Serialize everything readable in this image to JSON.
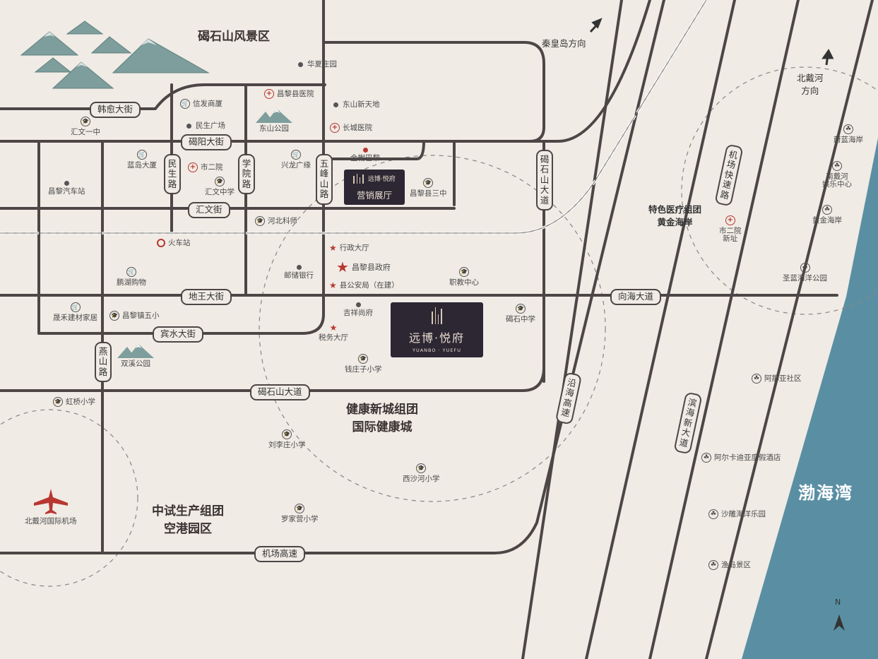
{
  "colors": {
    "background": "#f0ebe5",
    "road": "#4d4646",
    "sea": "#5a8fa3",
    "accent": "#b8372f",
    "box_bg": "#2c2733",
    "mountain": "#7d9e9c"
  },
  "zones": {
    "scenic": "碣石山风景区",
    "health": "健康新城组团\n国际健康城",
    "airport_zone": "中试生产组团\n空港园区",
    "medical": "特色医疗组团\n黄金海岸"
  },
  "sea": {
    "label": "渤海湾"
  },
  "directions": {
    "qinhuangdao": "秦皇岛方向",
    "beidaihe": "北戴河\n方向"
  },
  "roads": {
    "hanyu": "韩愈大街",
    "jieyang": "碣阳大街",
    "huiwen": "汇文街",
    "diwang": "地王大街",
    "binshui": "宾水大街",
    "jieshan_south": "碣石山大道",
    "airport_hw": "机场高速",
    "xianghai": "向海大道",
    "minsheng": "民生路",
    "xueyuan": "学院路",
    "wufeng": "五峰山路",
    "jieshan_east": "碣石山大道",
    "yanshan": "燕山路",
    "airport_expwy": "机场快速路",
    "yanhai": "沿海高速",
    "binhai": "滨海新大道"
  },
  "sales_center": {
    "logo_text": "远博·悦府",
    "label": "营销展厅"
  },
  "project": {
    "name": "远博·悦府",
    "pinyin": "YUANBO · YUEFU"
  },
  "pois": [
    {
      "id": "huaxia",
      "label": "华夏庄园",
      "icon": "dot"
    },
    {
      "id": "xinfa",
      "label": "信发商厦",
      "icon": "shop"
    },
    {
      "id": "county-hospital",
      "label": "昌黎县医院",
      "icon": "hospital"
    },
    {
      "id": "dongshan-xintiandi",
      "label": "东山新天地",
      "icon": "dot"
    },
    {
      "id": "minsheng-plaza",
      "label": "民生广场",
      "icon": "dot"
    },
    {
      "id": "dongshan-park",
      "label": "东山公园",
      "icon": "mountain"
    },
    {
      "id": "changcheng-hospital",
      "label": "长城医院",
      "icon": "hospital"
    },
    {
      "id": "huiwen-1",
      "label": "汇文一中",
      "icon": "school"
    },
    {
      "id": "landao",
      "label": "蓝岛大厦",
      "icon": "shop"
    },
    {
      "id": "city-hospital-2",
      "label": "市二院",
      "icon": "hospital"
    },
    {
      "id": "xinglong",
      "label": "兴龙广缘",
      "icon": "shop"
    },
    {
      "id": "jinshu",
      "label": "金榭巴黎",
      "icon": "dot-red"
    },
    {
      "id": "bus-station",
      "label": "昌黎汽车站",
      "icon": "dot"
    },
    {
      "id": "huiwen-middle",
      "label": "汇文中学",
      "icon": "school"
    },
    {
      "id": "changli-3",
      "label": "昌黎县三中",
      "icon": "school"
    },
    {
      "id": "hebei-normal",
      "label": "河北科师",
      "icon": "school"
    },
    {
      "id": "train-station",
      "label": "火车站",
      "icon": "train"
    },
    {
      "id": "admin-hall",
      "label": "行政大厅",
      "icon": "gov"
    },
    {
      "id": "county-gov",
      "label": "昌黎县政府",
      "icon": "gov-big"
    },
    {
      "id": "police",
      "label": "县公安局（在建）",
      "icon": "gov"
    },
    {
      "id": "penghu",
      "label": "鹏湖购物",
      "icon": "shop"
    },
    {
      "id": "post-bank",
      "label": "邮储银行",
      "icon": "dot"
    },
    {
      "id": "vocational",
      "label": "职教中心",
      "icon": "school"
    },
    {
      "id": "shenghe",
      "label": "晟禾建材家居",
      "icon": "shop"
    },
    {
      "id": "changli-5",
      "label": "昌黎镇五小",
      "icon": "school"
    },
    {
      "id": "jixiang",
      "label": "吉祥尚府",
      "icon": "dot"
    },
    {
      "id": "tax",
      "label": "税务大厅",
      "icon": "gov"
    },
    {
      "id": "jieshi-middle",
      "label": "碣石中学",
      "icon": "school"
    },
    {
      "id": "shuangxi",
      "label": "双溪公园",
      "icon": "mountain"
    },
    {
      "id": "qianzhuangzi",
      "label": "钱庄子小学",
      "icon": "school"
    },
    {
      "id": "hongqiao",
      "label": "虹桥小学",
      "icon": "school"
    },
    {
      "id": "liulizhuang",
      "label": "刘李庄小学",
      "icon": "school"
    },
    {
      "id": "xishahe",
      "label": "西沙河小学",
      "icon": "school"
    },
    {
      "id": "luojiaying",
      "label": "罗家营小学",
      "icon": "school"
    },
    {
      "id": "airport",
      "label": "北戴河国际机场",
      "icon": "plane"
    },
    {
      "id": "weilan",
      "label": "蔚蓝海岸",
      "icon": "leisure"
    },
    {
      "id": "nandaihe",
      "label": "南戴河\n娱乐中心",
      "icon": "leisure"
    },
    {
      "id": "huangjin",
      "label": "黄金海岸",
      "icon": "leisure"
    },
    {
      "id": "city-hospital-2-new",
      "label": "市二院\n新址",
      "icon": "hospital"
    },
    {
      "id": "shenglan",
      "label": "圣蓝海洋公园",
      "icon": "leisure"
    },
    {
      "id": "anaya",
      "label": "阿那亚社区",
      "icon": "leisure"
    },
    {
      "id": "arcadia",
      "label": "阿尔卡迪亚度假酒店",
      "icon": "leisure"
    },
    {
      "id": "shadiao",
      "label": "沙雕海洋乐园",
      "icon": "leisure"
    },
    {
      "id": "yudao",
      "label": "渔岛景区",
      "icon": "leisure"
    }
  ],
  "north": {
    "label": "N"
  }
}
